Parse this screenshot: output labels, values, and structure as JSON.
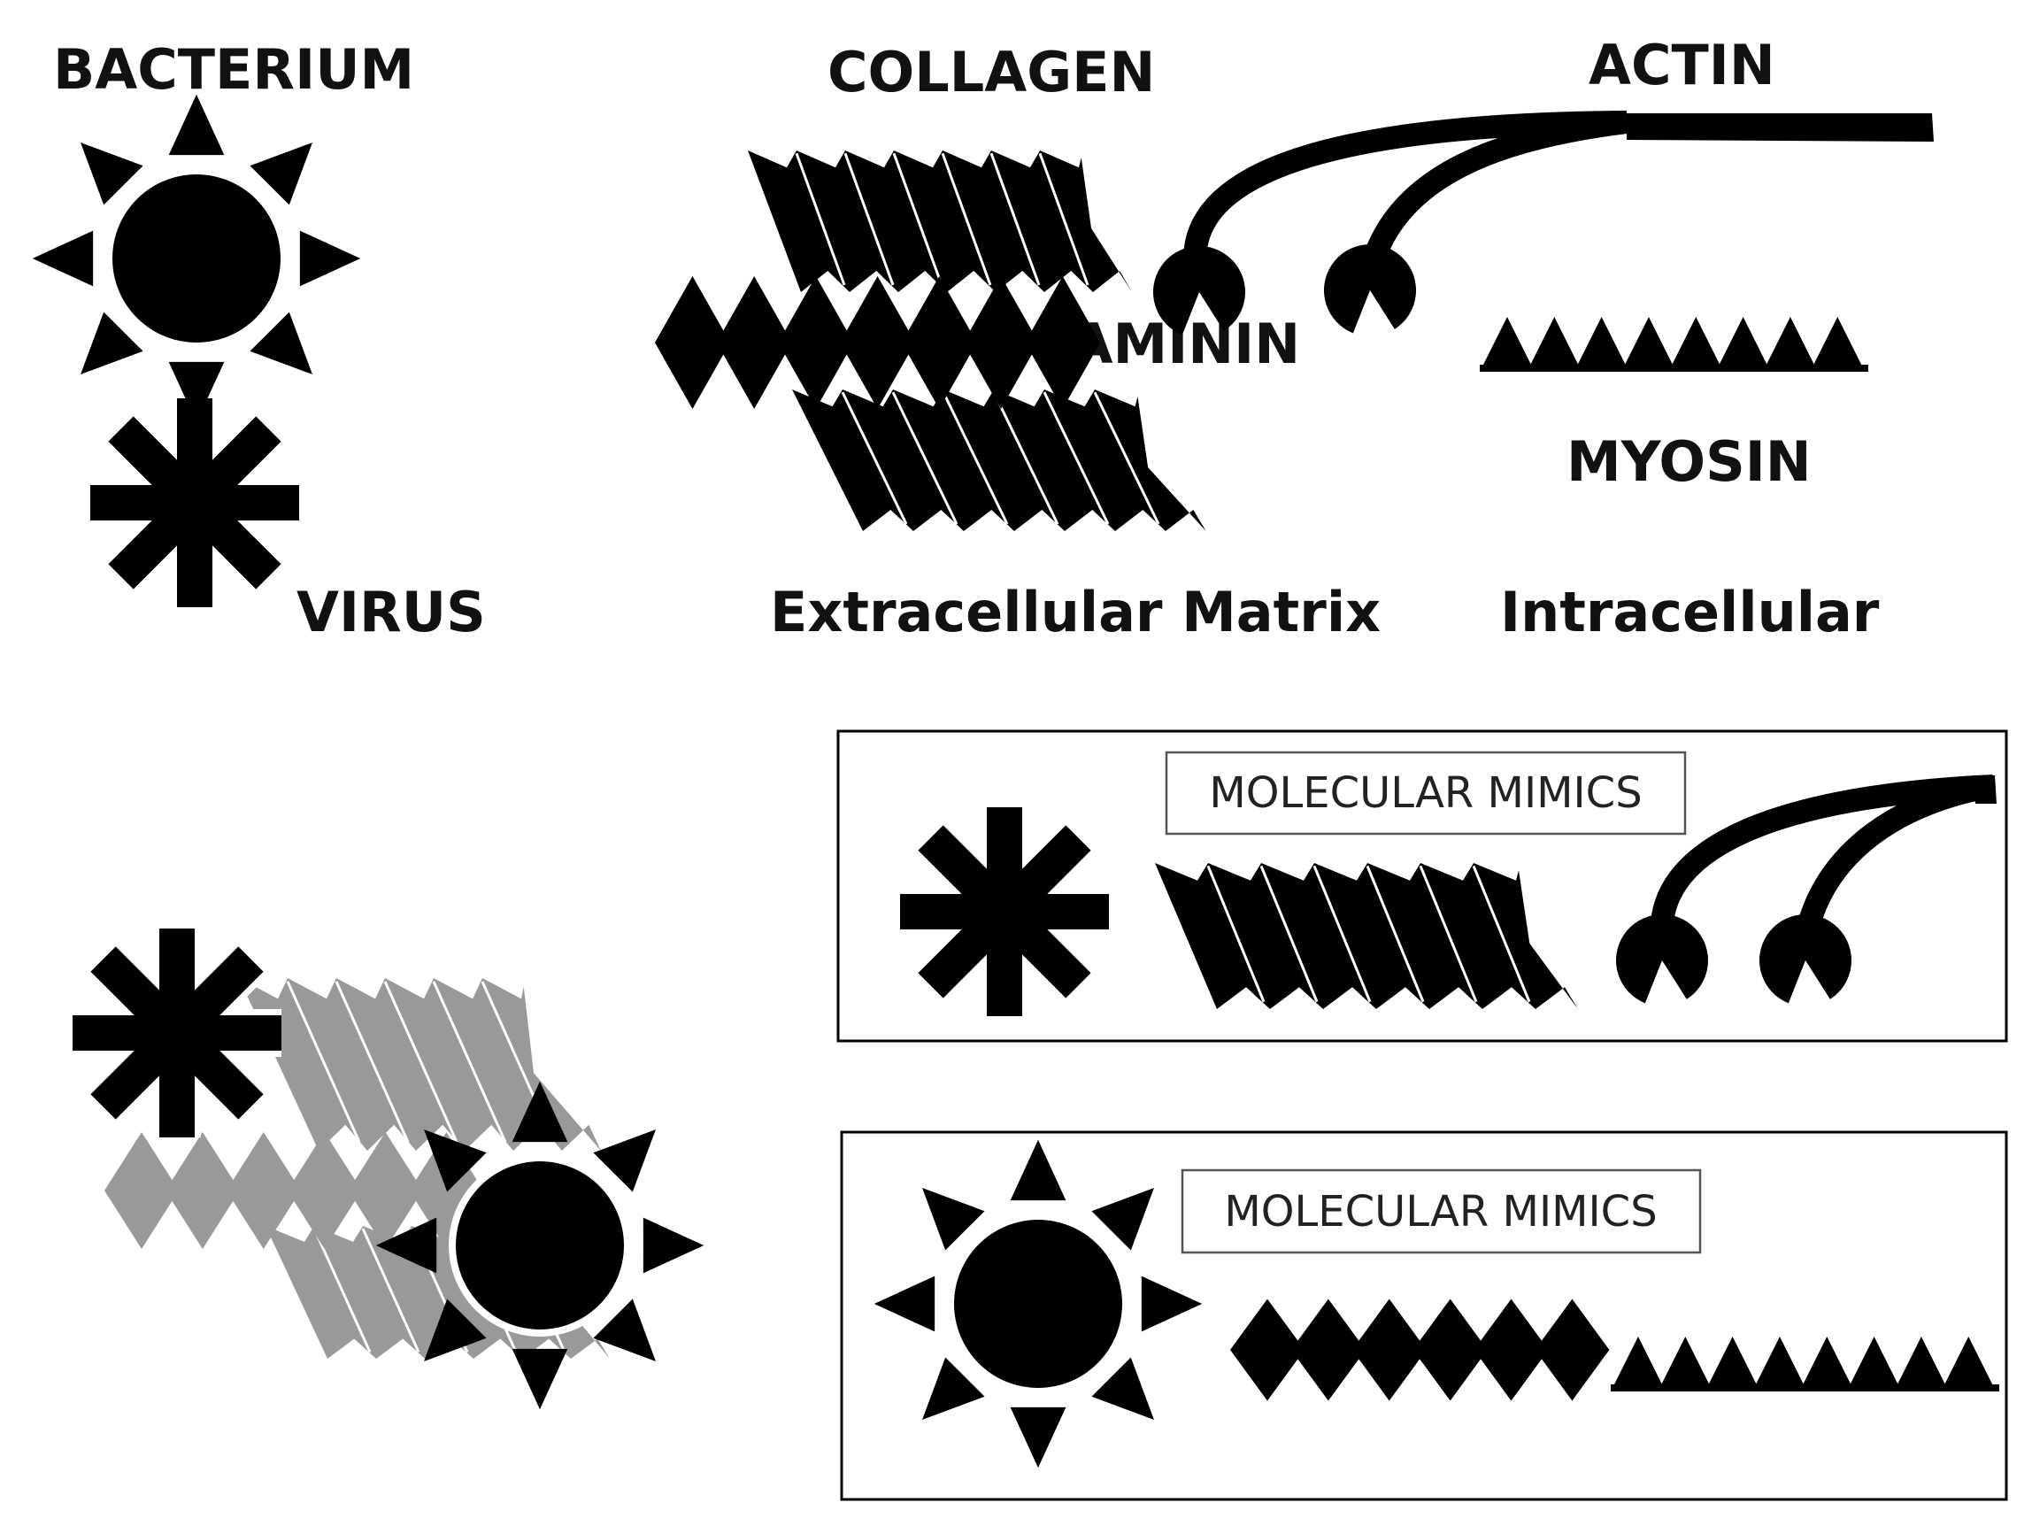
{
  "labels": {
    "bacterium": "BACTERIUM",
    "virus": "VIRUS",
    "collagen": "COLLAGEN",
    "laminin": "LAMININ",
    "extracellular": "Extracellular Matrix",
    "actin": "ACTIN",
    "myosin": "MYOSIN",
    "intracellular": "Intracellular"
  },
  "mimic_boxes": [
    {
      "title": "MOLECULAR MIMICS"
    },
    {
      "title": "MOLECULAR MIMICS"
    }
  ],
  "colors": {
    "ink": "#000000",
    "shadow": "#999999",
    "background": "#ffffff"
  }
}
